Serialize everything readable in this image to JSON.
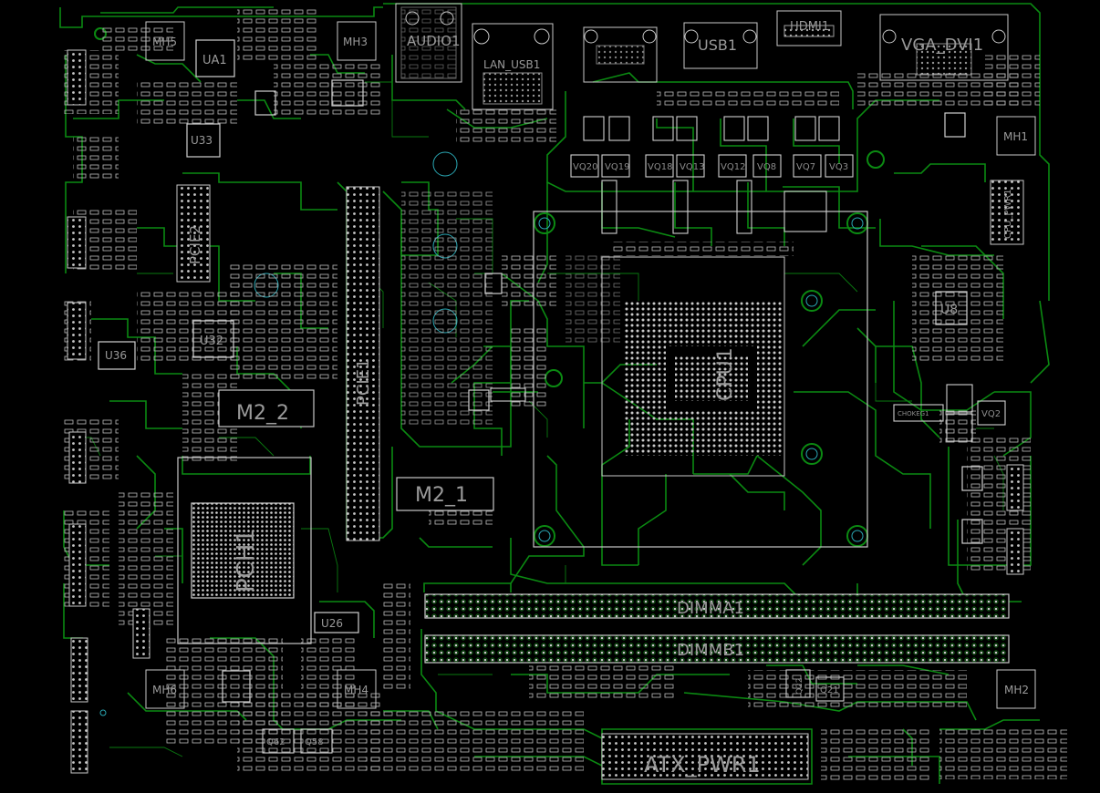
{
  "board": {
    "background": "#000000",
    "trace_color": "#0b8a12",
    "silk_color": "#9a9a9a",
    "pin_color": "#c8c8c8",
    "via_color": "#2aa7b3"
  },
  "labels": {
    "audio": "AUDIO1",
    "lan_usb": "LAN_USB1",
    "usb": "USB1",
    "hdmi": "HDMI1",
    "vga_dvi": "VGA_DVI1",
    "mh5": "MH5",
    "mh3": "MH3",
    "mh1": "MH1",
    "mh6": "MH6",
    "mh4": "MH4",
    "mh2": "MH2",
    "ua1": "UA1",
    "u33": "U33",
    "u32": "U32",
    "u36": "U36",
    "u26": "U26",
    "u8": "U8",
    "pcie2": "PCIE2",
    "pcie1": "PCIE1",
    "m2_2": "M2_2",
    "m2_1": "M2_1",
    "cpu": "CPU1",
    "pch": "PCH1",
    "dimm_a1": "DIMMA1",
    "dimm_b1": "DIMMB1",
    "atx_pwr": "ATX_PWR1",
    "cpu_pwr": "CPU_PWR1",
    "vq20": "VQ20",
    "vq19": "VQ19",
    "vq18": "VQ18",
    "vq13": "VQ13",
    "vq12": "VQ12",
    "vq8": "VQ8",
    "vq7": "VQ7",
    "vq3": "VQ3",
    "vq2": "VQ2",
    "q21": "Q21",
    "q22": "Q22",
    "q62": "Q62",
    "q58": "Q58",
    "chokeg1": "CHOKEG1"
  }
}
